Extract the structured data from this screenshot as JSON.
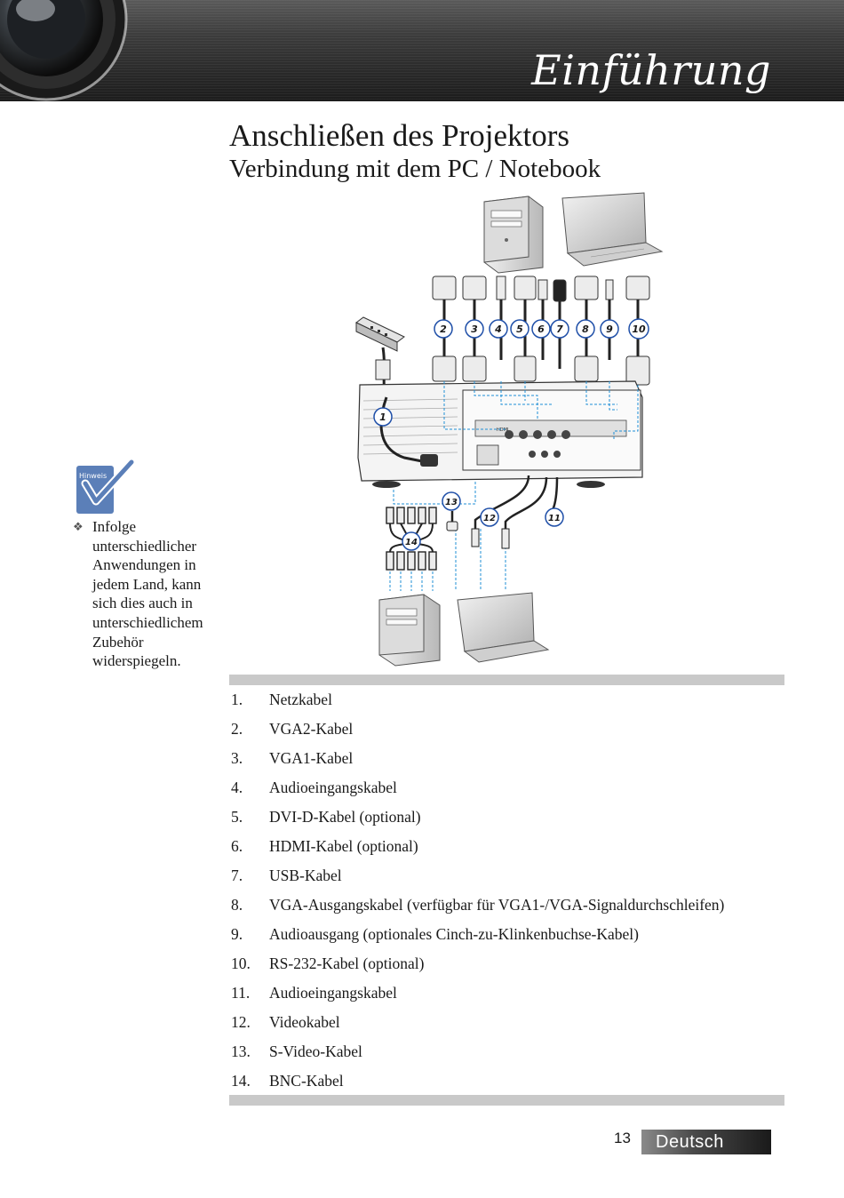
{
  "header": {
    "chapter_title": "Einführung"
  },
  "page": {
    "title": "Anschließen des Projektors",
    "subtitle": "Verbindung mit dem PC / Notebook"
  },
  "diagram": {
    "callouts": [
      "1",
      "2",
      "3",
      "4",
      "5",
      "6",
      "7",
      "8",
      "9",
      "10",
      "11",
      "12",
      "13",
      "14"
    ],
    "panel_logo": "HDMI"
  },
  "note": {
    "icon_label": "Hinweis",
    "text": "Infolge unterschiedlicher Anwendungen in jedem Land, kann sich dies auch in unterschiedlichem Zubehör widerspiegeln."
  },
  "cables": [
    {
      "num": "1.",
      "label": "Netzkabel"
    },
    {
      "num": "2.",
      "label": "VGA2-Kabel"
    },
    {
      "num": "3.",
      "label": "VGA1-Kabel"
    },
    {
      "num": "4.",
      "label": "Audioeingangskabel"
    },
    {
      "num": "5.",
      "label": "DVI-D-Kabel (optional)"
    },
    {
      "num": "6.",
      "label": "HDMI-Kabel (optional)"
    },
    {
      "num": "7.",
      "label": "USB-Kabel"
    },
    {
      "num": "8.",
      "label": "VGA-Ausgangskabel (verfügbar für VGA1-/VGA-Signaldurchschleifen)"
    },
    {
      "num": "9.",
      "label": "Audioausgang (optionales Cinch-zu-Klinkenbuchse-Kabel)"
    },
    {
      "num": "10.",
      "label": "RS-232-Kabel (optional)"
    },
    {
      "num": "11.",
      "label": "Audioeingangskabel"
    },
    {
      "num": "12.",
      "label": "Videokabel"
    },
    {
      "num": "13.",
      "label": "S-Video-Kabel"
    },
    {
      "num": "14.",
      "label": "BNC-Kabel"
    }
  ],
  "footer": {
    "page_number": "13",
    "language": "Deutsch"
  },
  "colors": {
    "accent_blue": "#1f8fd6",
    "note_icon_blue": "#5b7fb8",
    "rule_gray": "#c9c9c9"
  }
}
